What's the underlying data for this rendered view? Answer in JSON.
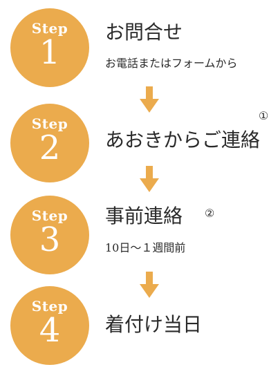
{
  "colors": {
    "accent": "#ebab4d",
    "text": "#2a2a2a"
  },
  "steps": [
    {
      "step_label": "Step",
      "number": "1",
      "title": "お問合せ",
      "subtitle": "お電話またはフォームから"
    },
    {
      "step_label": "Step",
      "number": "2",
      "title": "あおきからご連絡",
      "note": "①"
    },
    {
      "step_label": "Step",
      "number": "3",
      "title": "事前連絡",
      "note": "②",
      "subtitle": "10日〜１週間前"
    },
    {
      "step_label": "Step",
      "number": "4",
      "title": "着付け当日"
    }
  ],
  "icons": {
    "arrow": "arrow-down-icon"
  }
}
